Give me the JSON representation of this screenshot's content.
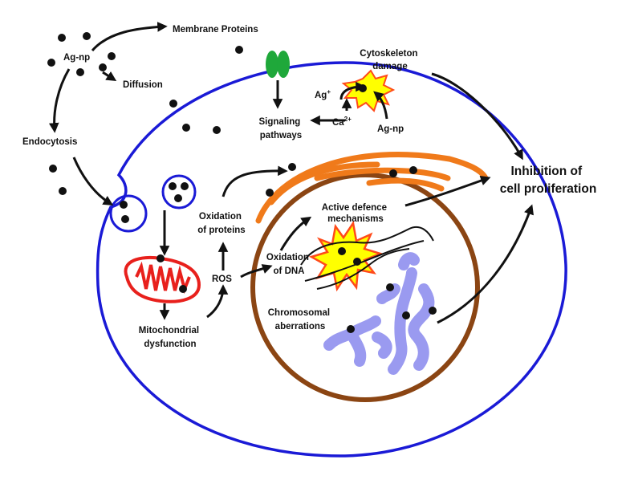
{
  "labels": {
    "ag_np_outside": "Ag-np",
    "diffusion": "Diffusion",
    "membrane_proteins": "Membrane Proteins",
    "endocytosis": "Endocytosis",
    "cytoskeleton_line1": "Cytoskeleton",
    "cytoskeleton_line2": "damage",
    "ag_ion": "Ag",
    "ag_ion_sup": "+",
    "ag_np_inside": "Ag-np",
    "calcium": "Ca",
    "calcium_sup": "2+",
    "signaling_line1": "Signaling",
    "signaling_line2": "pathways",
    "inhibition_line1": "Inhibition of",
    "inhibition_line2": "cell proliferation",
    "oxidation_proteins_line1": "Oxidation",
    "oxidation_proteins_line2": "of proteins",
    "active_defence_line1": "Active defence",
    "active_defence_line2": "mechanisms",
    "oxidation_dna_line1": "Oxidation",
    "oxidation_dna_line2": "of DNA",
    "ros": "ROS",
    "chromosomal_line1": "Chromosomal",
    "chromosomal_line2": "aberrations",
    "mito_line1": "Mitochondrial",
    "mito_line2": "dysfunction"
  },
  "colors": {
    "cell_membrane": "#1a1ad6",
    "nucleus": "#8b4513",
    "er": "#f07a1a",
    "mitochondrion": "#e8201c",
    "membrane_protein": "#1fa83a",
    "damage_burst": "#ffff00",
    "damage_burst_stroke": "#ff4a1a",
    "chromosome": "#9a9af0",
    "particle": "#111111",
    "arrow": "#111111"
  }
}
